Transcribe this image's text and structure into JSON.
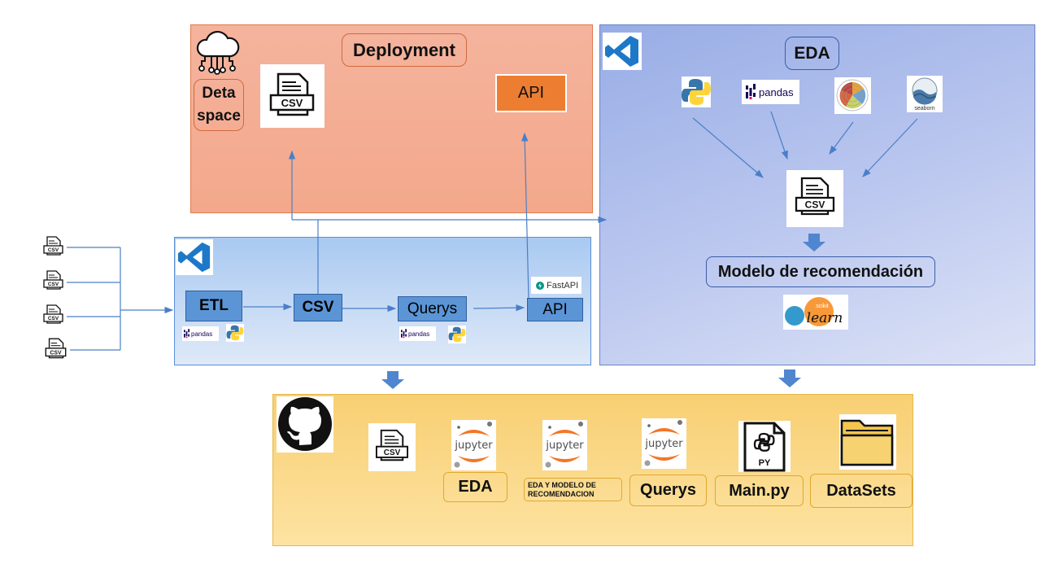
{
  "deployment": {
    "title": "Deployment",
    "data_space_label": "Deta space",
    "csv_label": "CSV",
    "api_label": "API"
  },
  "eda_panel": {
    "title": "EDA",
    "pandas_label": "pandas",
    "seaborn_label": "seaborn",
    "csv_label": "CSV",
    "model_label": "Modelo de recomendación",
    "sklearn_small": "scikit",
    "sklearn_label": "learn"
  },
  "etl_panel": {
    "input_csv_labels": [
      "CSV",
      "CSV",
      "CSV",
      "CSV"
    ],
    "etl_label": "ETL",
    "csv_label": "CSV",
    "querys_label": "Querys",
    "api_label": "API",
    "fastapi_label": "FastAPI",
    "pandas_label_1": "pandas",
    "pandas_label_2": "pandas"
  },
  "github_panel": {
    "csv_label": "CSV",
    "jupyter_label": "jupyter",
    "items": [
      {
        "label": "EDA"
      },
      {
        "label": "EDA Y MODELO DE RECOMENDACION"
      },
      {
        "label": "Querys"
      },
      {
        "label": "Main.py"
      },
      {
        "label": "DataSets"
      }
    ],
    "py_label": "PY"
  },
  "colors": {
    "deployment_bg": "#f5b39d",
    "eda_bg": "#a9b8ea",
    "etl_bg": "#bcd5f4",
    "github_bg": "#fbd78a",
    "process_box": "#5b95d6",
    "api_box": "#ed7d31",
    "connector": "#4a7fc8"
  }
}
